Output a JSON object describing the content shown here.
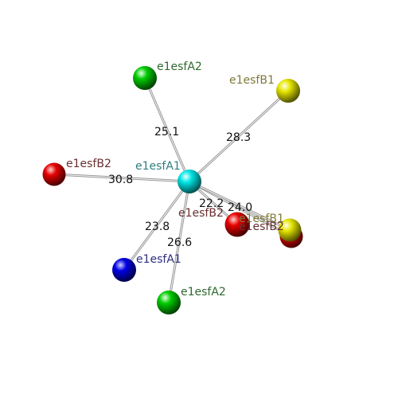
{
  "center": {
    "label": "e1esfA1",
    "color": "#00e5e5",
    "label_color": "#2f7f7f"
  },
  "neighbors": [
    {
      "label": "e1esfA2",
      "distance": "25.1",
      "color": "#00cc00",
      "label_color": "#2f6a2f"
    },
    {
      "label": "e1esfB1",
      "distance": "28.3",
      "color": "#e5e500",
      "label_color": "#7f7a3a"
    },
    {
      "label": "e1esfB2",
      "distance": "30.8",
      "color": "#e50000",
      "label_color": "#6a2f2f"
    },
    {
      "label": "e1esfB2",
      "distance": "22.2",
      "color": "#e50000",
      "label_color": "#6a2f2f"
    },
    {
      "label": "e1esfB2",
      "distance": "",
      "color": "#e50000",
      "label_color": "#6a2f2f"
    },
    {
      "label": "e1esfB1",
      "distance": "24.0",
      "color": "#e5e500",
      "label_color": "#7f7a3a"
    },
    {
      "label": "e1esfA1",
      "distance": "23.8",
      "color": "#0000e5",
      "label_color": "#2f2f7f"
    },
    {
      "label": "e1esfA2",
      "distance": "26.6",
      "color": "#00cc00",
      "label_color": "#2f6a2f"
    }
  ]
}
